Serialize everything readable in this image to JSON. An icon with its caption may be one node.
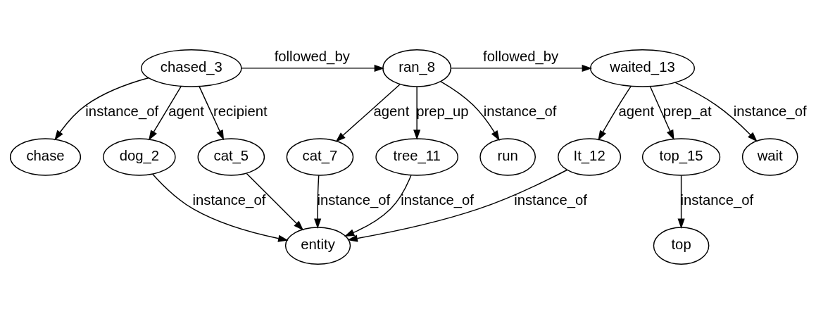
{
  "diagram": {
    "nodes": [
      {
        "text": [
          "chased_3"
        ]
      },
      {
        "text": [
          "ran_8"
        ]
      },
      {
        "text": [
          "waited_13"
        ]
      },
      {
        "text": [
          "chase"
        ]
      },
      {
        "text": [
          "dog_2"
        ]
      },
      {
        "text": [
          "cat_5"
        ]
      },
      {
        "text": [
          "cat_7"
        ]
      },
      {
        "text": [
          "tree_11"
        ]
      },
      {
        "text": [
          "run"
        ]
      },
      {
        "text": [
          "It_12"
        ]
      },
      {
        "text": [
          "top_15"
        ]
      },
      {
        "text": [
          "wait"
        ]
      },
      {
        "text": [
          "entity"
        ]
      },
      {
        "text": [
          "top"
        ]
      }
    ],
    "edges": [
      {
        "from": 0,
        "to": 1,
        "arrow": "to",
        "label": "followed_by"
      },
      {
        "from": 1,
        "to": 2,
        "arrow": "to",
        "label": "followed_by"
      },
      {
        "from": 0,
        "to": 3,
        "arrow": "to",
        "label": "instance_of"
      },
      {
        "from": 0,
        "to": 4,
        "arrow": "to",
        "label": "agent"
      },
      {
        "from": 0,
        "to": 5,
        "arrow": "to",
        "label": "recipient"
      },
      {
        "from": 1,
        "to": 6,
        "arrow": "to",
        "label": "agent"
      },
      {
        "from": 1,
        "to": 7,
        "arrow": "to",
        "label": "prep_up"
      },
      {
        "from": 1,
        "to": 8,
        "arrow": "to",
        "label": "instance_of"
      },
      {
        "from": 2,
        "to": 9,
        "arrow": "to",
        "label": "agent"
      },
      {
        "from": 2,
        "to": 10,
        "arrow": "to",
        "label": "prep_at"
      },
      {
        "from": 2,
        "to": 11,
        "arrow": "to",
        "label": "instance_of"
      },
      {
        "from": 4,
        "to": 12,
        "arrow": "to",
        "label": "instance_of"
      },
      {
        "from": 5,
        "to": 12,
        "arrow": "to"
      },
      {
        "from": 6,
        "to": 12,
        "arrow": "to",
        "label": "instance_of"
      },
      {
        "from": 7,
        "to": 12,
        "arrow": "to",
        "label": "instance_of"
      },
      {
        "from": 9,
        "to": 12,
        "arrow": "to",
        "label": "instance_of"
      },
      {
        "from": 10,
        "to": 13,
        "arrow": "to",
        "label": "instance_of"
      }
    ]
  }
}
